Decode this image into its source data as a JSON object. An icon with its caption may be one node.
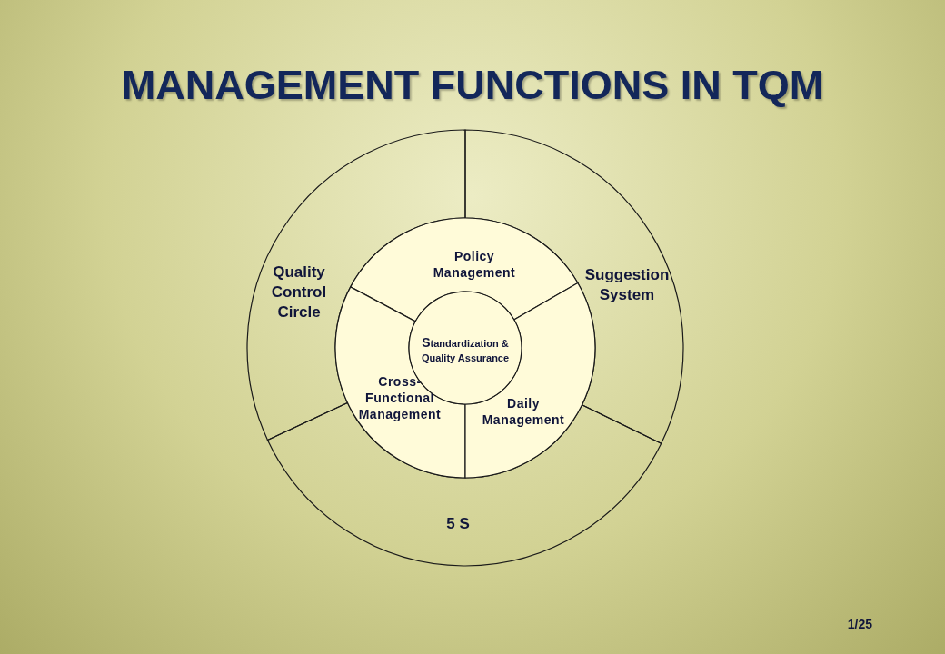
{
  "diagram": {
    "title": "MANAGEMENT FUNCTIONS IN TQM",
    "nodes": [
      {
        "text": [
          "Quality Control Circle"
        ]
      },
      {
        "text": [
          "Suggestion System"
        ]
      },
      {
        "text": [
          "5 S"
        ]
      },
      {
        "text": [
          "Policy Management"
        ]
      },
      {
        "text": [
          "Cross- Functional Management"
        ]
      },
      {
        "text": [
          "Daily Management"
        ]
      },
      {
        "text": [
          "Standardization & Quality Assurance"
        ]
      }
    ],
    "edges": [],
    "labels": [
      "1/25"
    ]
  }
}
